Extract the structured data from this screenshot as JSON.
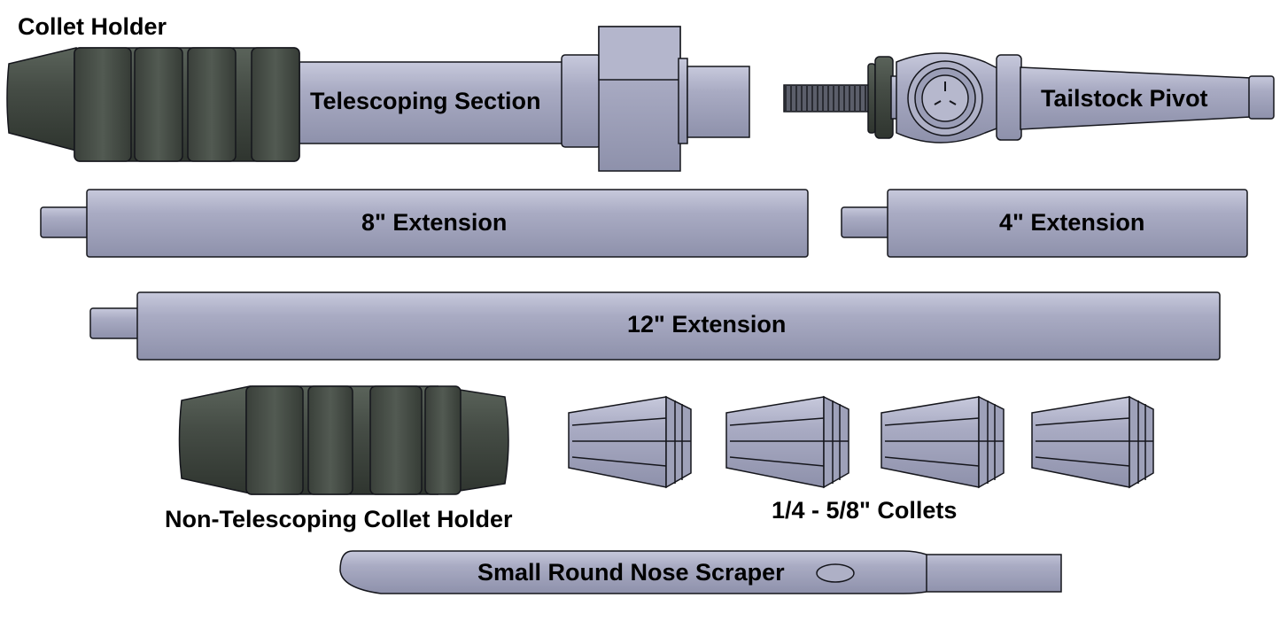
{
  "labels": {
    "collet_holder": "Collet Holder",
    "telescoping_section": "Telescoping Section",
    "tailstock_pivot": "Tailstock Pivot",
    "ext_8": "8\" Extension",
    "ext_4": "4\" Extension",
    "ext_12": "12\" Extension",
    "non_telescoping": "Non-Telescoping Collet Holder",
    "collets": "1/4 - 5/8\" Collets",
    "scraper": "Small Round Nose Scraper"
  },
  "colors": {
    "steel": "#a3a5bd",
    "steel_light": "#bcbed3",
    "steel_dark": "#7c7f98",
    "rubber": "#454c45",
    "rubber_light": "#5c655c",
    "rubber_dark": "#2d322d",
    "outline": "#15161c"
  }
}
